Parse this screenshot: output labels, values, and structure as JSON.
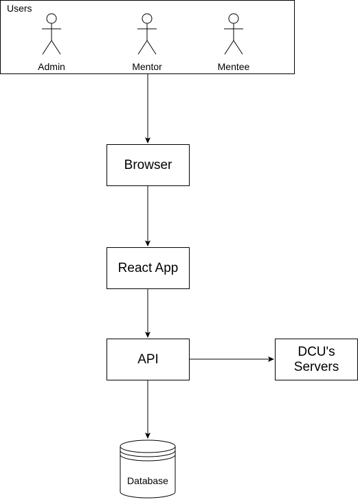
{
  "users_group": {
    "label": "Users",
    "actors": [
      {
        "name": "Admin"
      },
      {
        "name": "Mentor"
      },
      {
        "name": "Mentee"
      }
    ]
  },
  "nodes": {
    "browser": "Browser",
    "react_app": "React App",
    "api": "API",
    "dcu_servers_line1": "DCU's",
    "dcu_servers_line2": "Servers",
    "database": "Database"
  },
  "edges": [
    {
      "from": "users_group",
      "to": "browser"
    },
    {
      "from": "browser",
      "to": "react_app"
    },
    {
      "from": "react_app",
      "to": "api"
    },
    {
      "from": "api",
      "to": "dcu_servers"
    },
    {
      "from": "api",
      "to": "database"
    }
  ]
}
